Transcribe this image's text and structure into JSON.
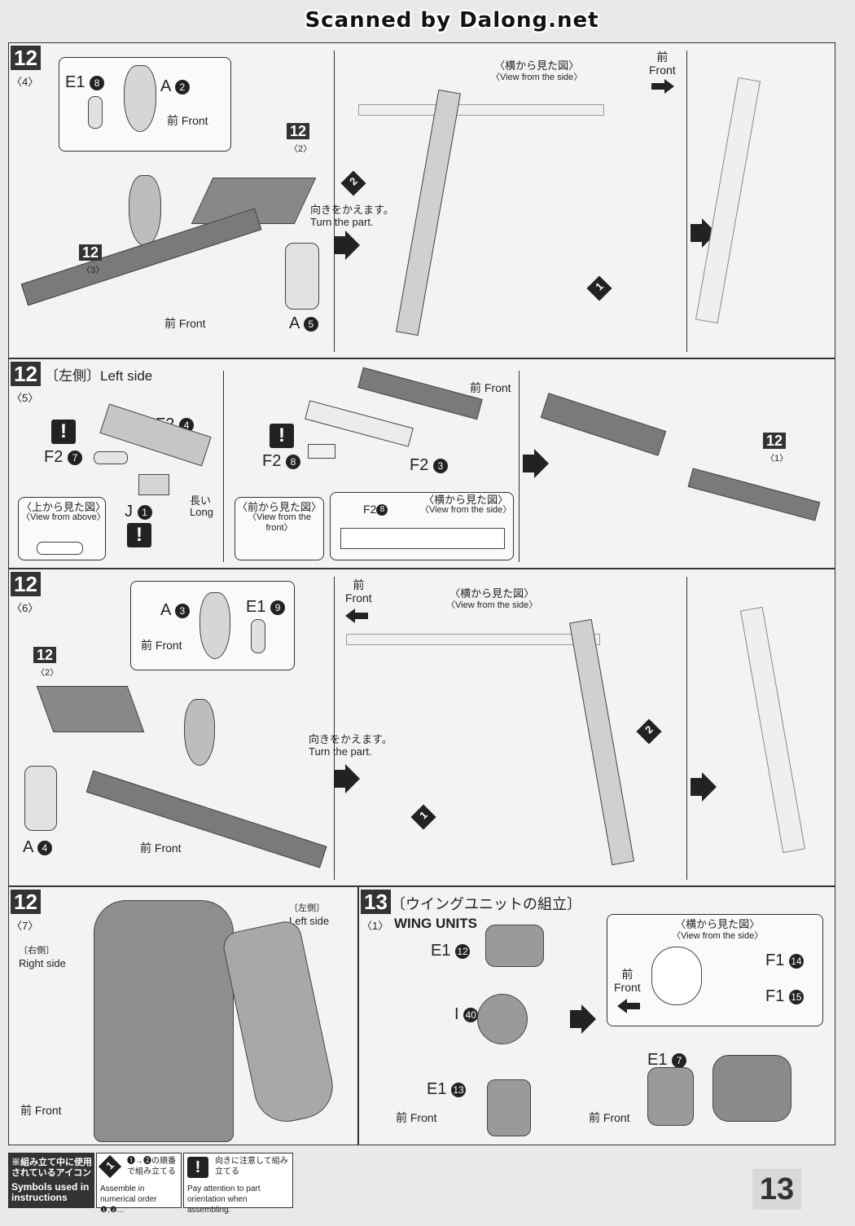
{
  "header": {
    "watermark": "Scanned by Dalong.net"
  },
  "page_number": "13",
  "common": {
    "front_jp": "前",
    "front_en": "Front",
    "view_side_jp": "〈横から見た図〉",
    "view_side_en": "〈View from the side〉",
    "turn_jp": "向きをかえます。",
    "turn_en": "Turn the part."
  },
  "step_12_4": {
    "step": "12",
    "sub": "〈4〉",
    "ref_2": "12",
    "ref_2_sub": "〈2〉",
    "ref_3": "12",
    "ref_3_sub": "〈3〉",
    "part_e1_8": "E1",
    "part_e1_8_n": "8",
    "part_a2": "A",
    "part_a2_n": "2",
    "part_a5": "A",
    "part_a5_n": "5",
    "order_1": "1",
    "order_2": "2"
  },
  "step_12_5": {
    "step": "12",
    "sub": "〈5〉",
    "title": "〔左側〕Left side",
    "part_f2_4": "F2",
    "part_f2_4_n": "4",
    "part_f2_7": "F2",
    "part_f2_7_n": "7",
    "part_j1": "J",
    "part_j1_n": "1",
    "long_jp": "長い",
    "long_en": "Long",
    "view_above_jp": "〈上から見た図〉",
    "view_above_en": "〈View from above〉",
    "part_f2_8": "F2",
    "part_f2_8_n": "8",
    "part_f2_3": "F2",
    "part_f2_3_n": "3",
    "view_front_jp": "〈前から見た図〉",
    "view_front_en": "〈View from the front〉",
    "side_part": "F2",
    "side_part_n": "8",
    "ref": "12",
    "ref_sub": "〈1〉"
  },
  "step_12_6": {
    "step": "12",
    "sub": "〈6〉",
    "ref": "12",
    "ref_sub": "〈2〉",
    "part_a3": "A",
    "part_a3_n": "3",
    "part_e1_9": "E1",
    "part_e1_9_n": "9",
    "part_a4": "A",
    "part_a4_n": "4",
    "order_1": "1",
    "order_2": "2"
  },
  "step_12_7": {
    "step": "12",
    "sub": "〈7〉",
    "left_jp": "〔左側〕",
    "left_en": "Left side",
    "right_jp": "〔右側〕",
    "right_en": "Right side"
  },
  "step_13_1": {
    "step": "13",
    "sub": "〈1〉",
    "title_jp": "〔ウイングユニットの組立〕",
    "title_en": "WING UNITS",
    "part_e1_12": "E1",
    "part_e1_12_n": "12",
    "part_i40": "I",
    "part_i40_n": "40",
    "part_e1_13": "E1",
    "part_e1_13_n": "13",
    "part_f1_14": "F1",
    "part_f1_14_n": "14",
    "part_f1_15": "F1",
    "part_f1_15_n": "15",
    "part_e1_7": "E1",
    "part_e1_7_n": "7"
  },
  "legend": {
    "title_jp": "※組み立て中に使用されているアイコン",
    "title_en": "Symbols used in instructions",
    "order_icon": "1",
    "order_jp": "❶→❷の順番で組み立てる",
    "order_en": "Assemble in numerical order ❶,❷...",
    "warn_icon": "!",
    "warn_jp": "向きに注意して組み立てる",
    "warn_en": "Pay attention to part orientation when assembling."
  }
}
